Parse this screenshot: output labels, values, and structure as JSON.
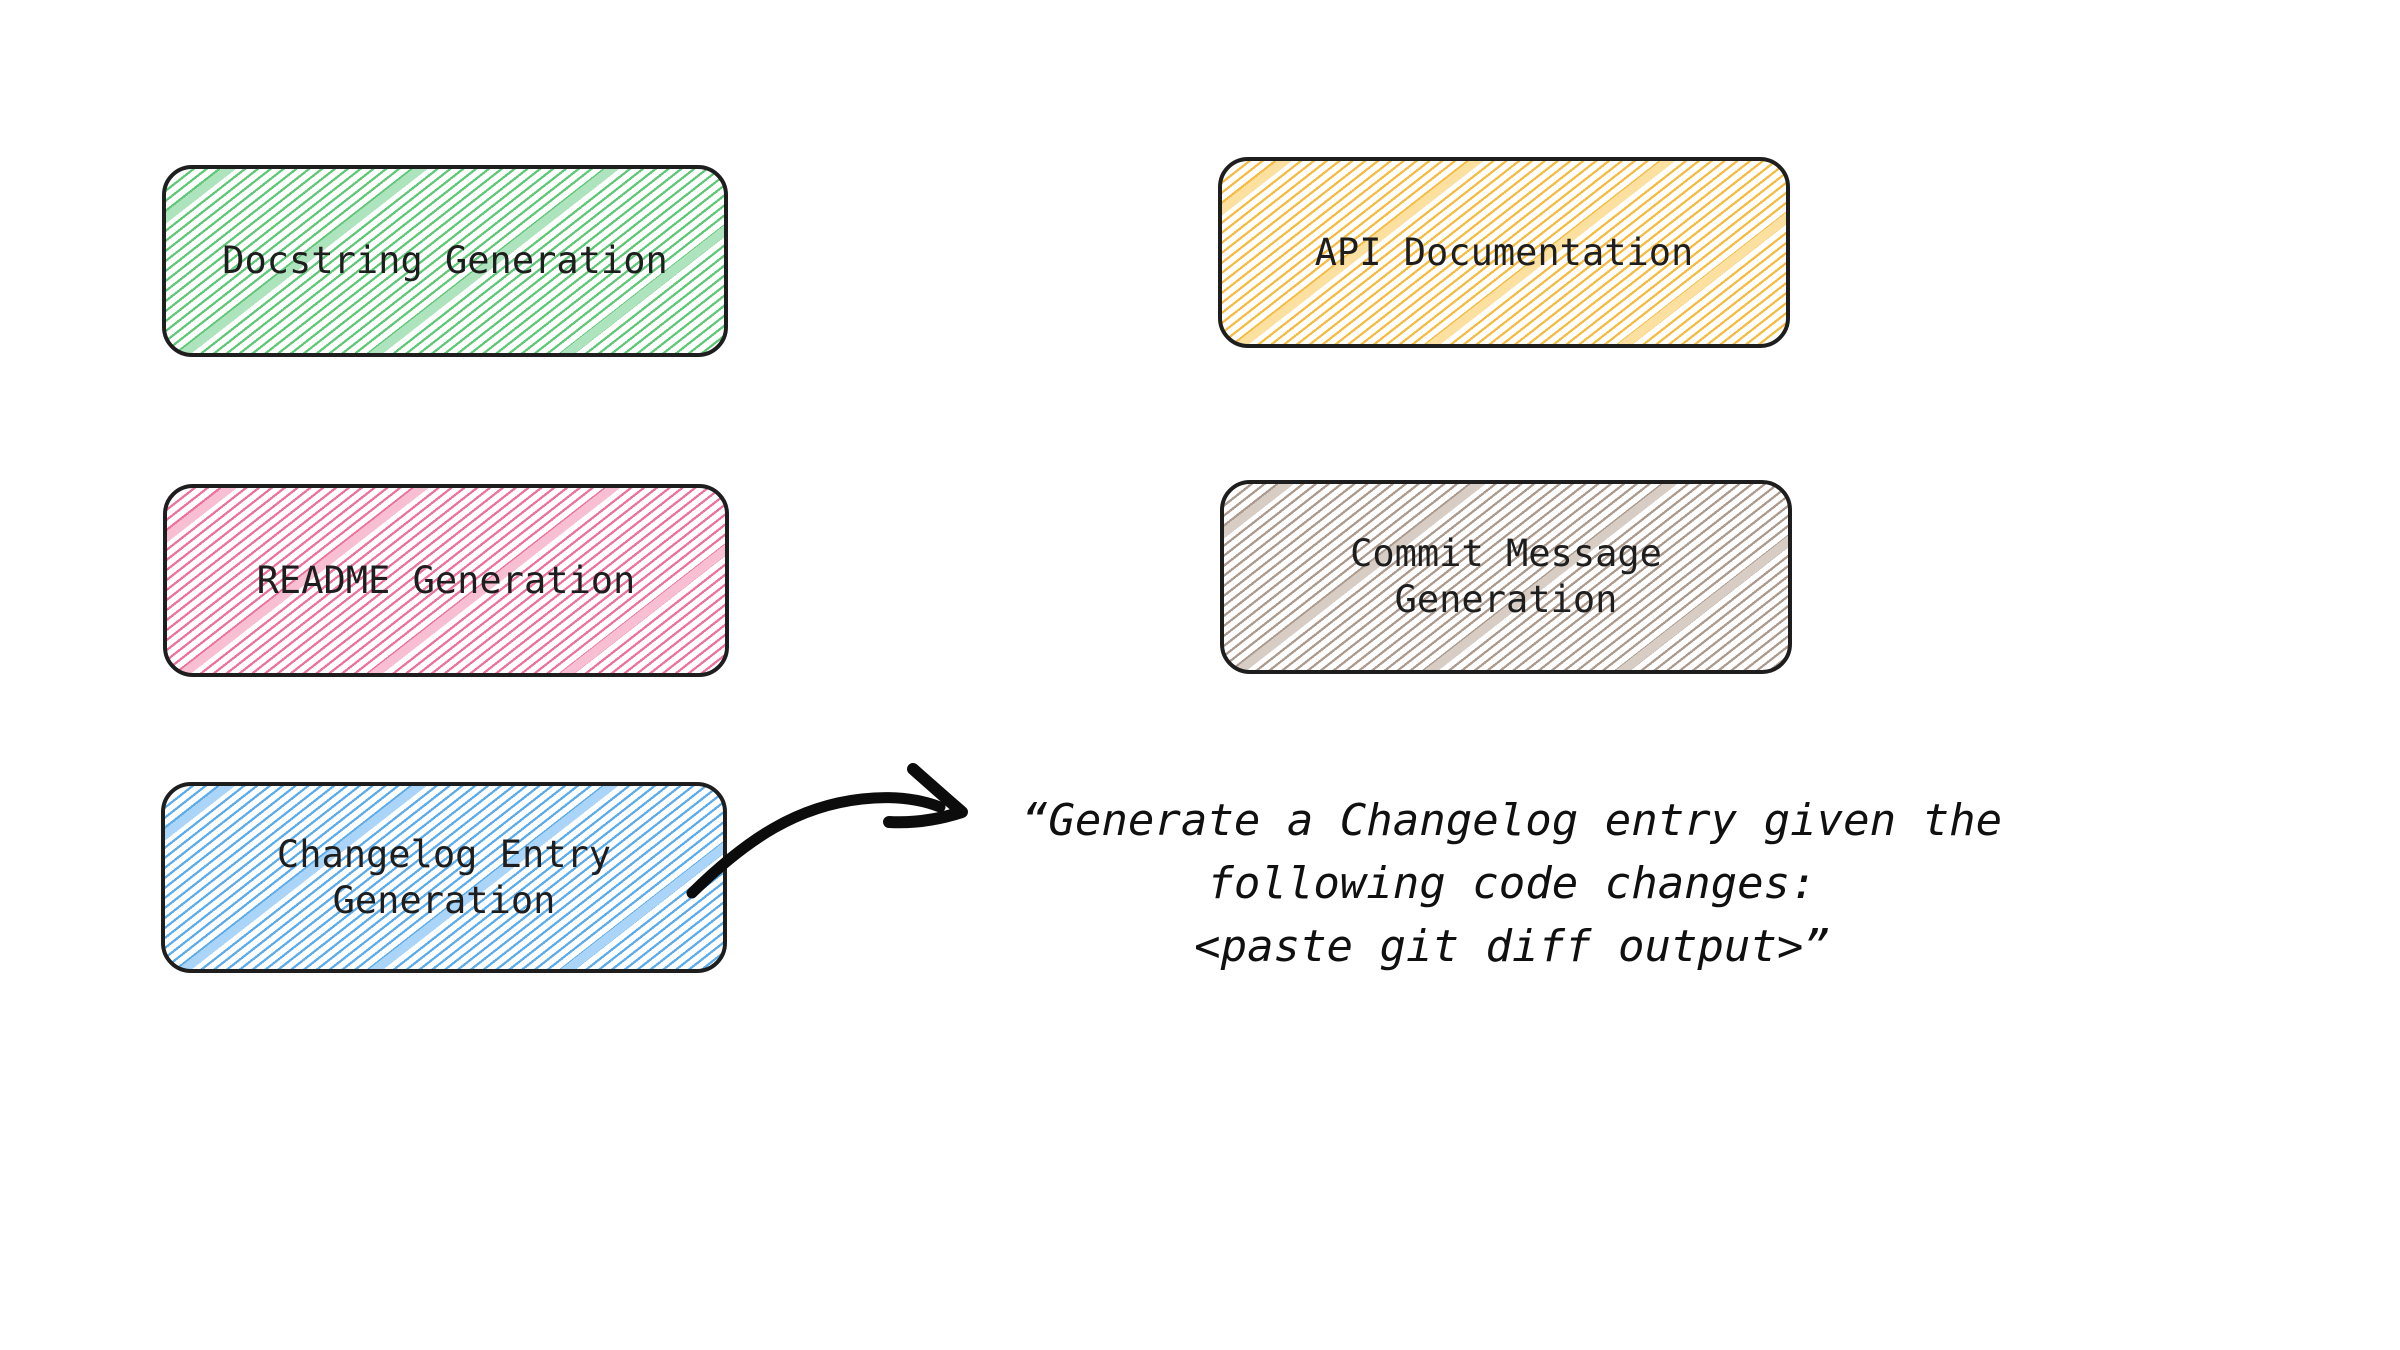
{
  "app": {
    "background": "#ffffff",
    "ink": "#1e1e1e"
  },
  "boxes": [
    {
      "name": "docstring-generation",
      "lines": [
        "Docstring Generation"
      ],
      "hatch_color": "#5fc878",
      "hatch_light": "#aee4bd",
      "border_color": "#1e1e1e"
    },
    {
      "name": "api-documentation",
      "lines": [
        "API Documentation"
      ],
      "hatch_color": "#f6bc41",
      "hatch_light": "#fbe0a0",
      "border_color": "#1e1e1e"
    },
    {
      "name": "readme-generation",
      "lines": [
        "README Generation"
      ],
      "hatch_color": "#ee719b",
      "hatch_light": "#f8bed2",
      "border_color": "#1e1e1e"
    },
    {
      "name": "commit-message-generation",
      "lines": [
        "Commit Message",
        "Generation"
      ],
      "hatch_color": "#ab9a8d",
      "hatch_light": "#d7cdc5",
      "border_color": "#1e1e1e"
    },
    {
      "name": "changelog-entry-generation",
      "lines": [
        "Changelog Entry",
        "Generation"
      ],
      "hatch_color": "#5caceb",
      "hatch_light": "#abd5f8",
      "border_color": "#1e1e1e"
    }
  ],
  "annotation": {
    "lines": [
      "“Generate a Changelog entry given the",
      "following code changes:",
      "<paste git diff output>”"
    ],
    "color": "#101010"
  },
  "arrow": {
    "color": "#0c0c0c"
  }
}
